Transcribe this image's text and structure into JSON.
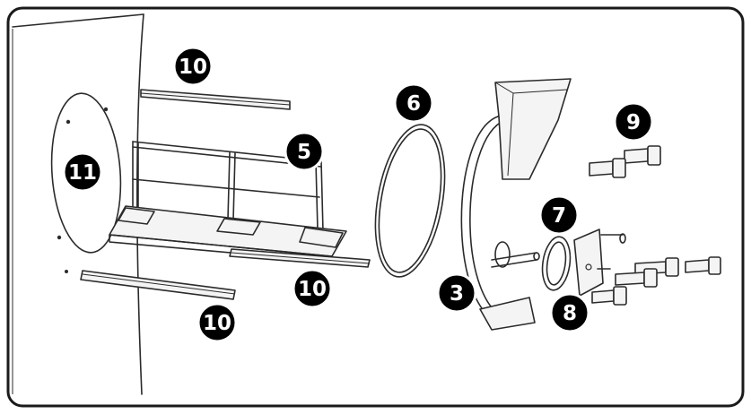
{
  "diagram": {
    "callouts": {
      "c10_top": "10",
      "c11": "11",
      "c5": "5",
      "c6": "6",
      "c9": "9",
      "c7": "7",
      "c10_mid": "10",
      "c3": "3",
      "c8": "8",
      "c10_bottom": "10"
    }
  }
}
